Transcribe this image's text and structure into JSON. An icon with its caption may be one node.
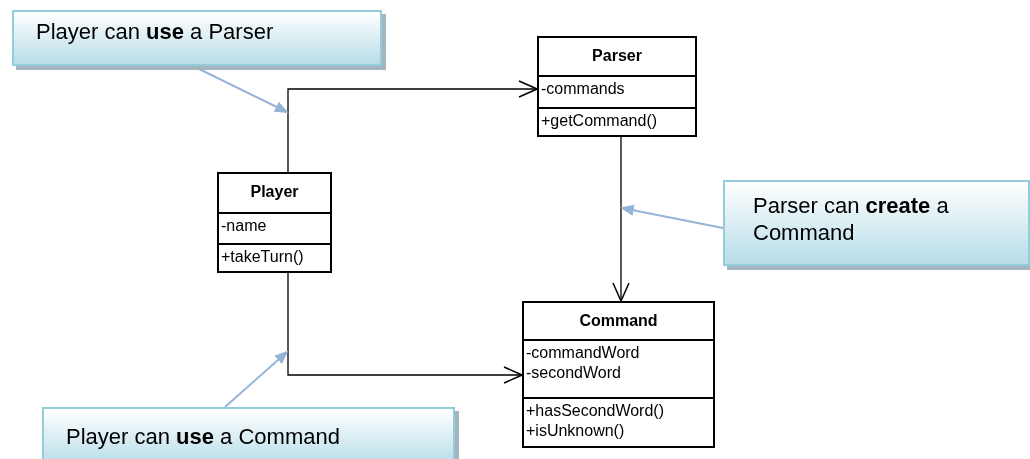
{
  "diagram": {
    "nodes": [
      {
        "text": [
          "Player can **use** a Parser"
        ]
      },
      {
        "text": [
          "Parser",
          "-commands",
          "+getCommand()"
        ]
      },
      {
        "text": [
          "Player",
          "-name",
          "+takeTurn()"
        ]
      },
      {
        "text": [
          "Parser can **create** a Command"
        ]
      },
      {
        "text": [
          "Command",
          "-commandWord -secondWord",
          "+hasSecondWord() +isUnknown()"
        ]
      },
      {
        "text": [
          "Player can **use** a Command"
        ]
      }
    ],
    "edges": [
      {
        "from": 2,
        "to": 1,
        "arrow": "to"
      },
      {
        "from": 1,
        "to": 4,
        "arrow": "to"
      },
      {
        "from": 2,
        "to": 4,
        "arrow": "to"
      },
      {
        "from": 0,
        "to": null,
        "arrow": "to",
        "color": "#95b3d7"
      },
      {
        "from": 3,
        "to": null,
        "arrow": "to",
        "color": "#95b3d7"
      },
      {
        "from": 5,
        "to": null,
        "arrow": "to",
        "color": "#95b3d7"
      }
    ]
  }
}
